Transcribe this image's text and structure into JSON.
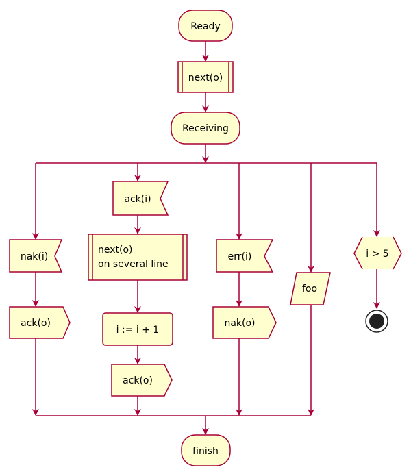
{
  "colors": {
    "node_fill": "#FEFECE",
    "node_stroke": "#A80036",
    "arrow": "#A80036",
    "end_outer": "#222222",
    "end_inner": "#222222"
  },
  "nodes": {
    "ready": "Ready",
    "next_top": "next(o)",
    "receiving": "Receiving",
    "nak_i": "nak(i)",
    "ack_o_left": "ack(o)",
    "ack_i": "ack(i)",
    "next_multi_line1": "next(o)",
    "next_multi_line2": "on several line",
    "assign": "i := i + 1",
    "ack_o_mid": "ack(o)",
    "err_i": "err(i)",
    "nak_o": "nak(o)",
    "foo": "foo",
    "condition": "i > 5",
    "finish": "finish"
  }
}
